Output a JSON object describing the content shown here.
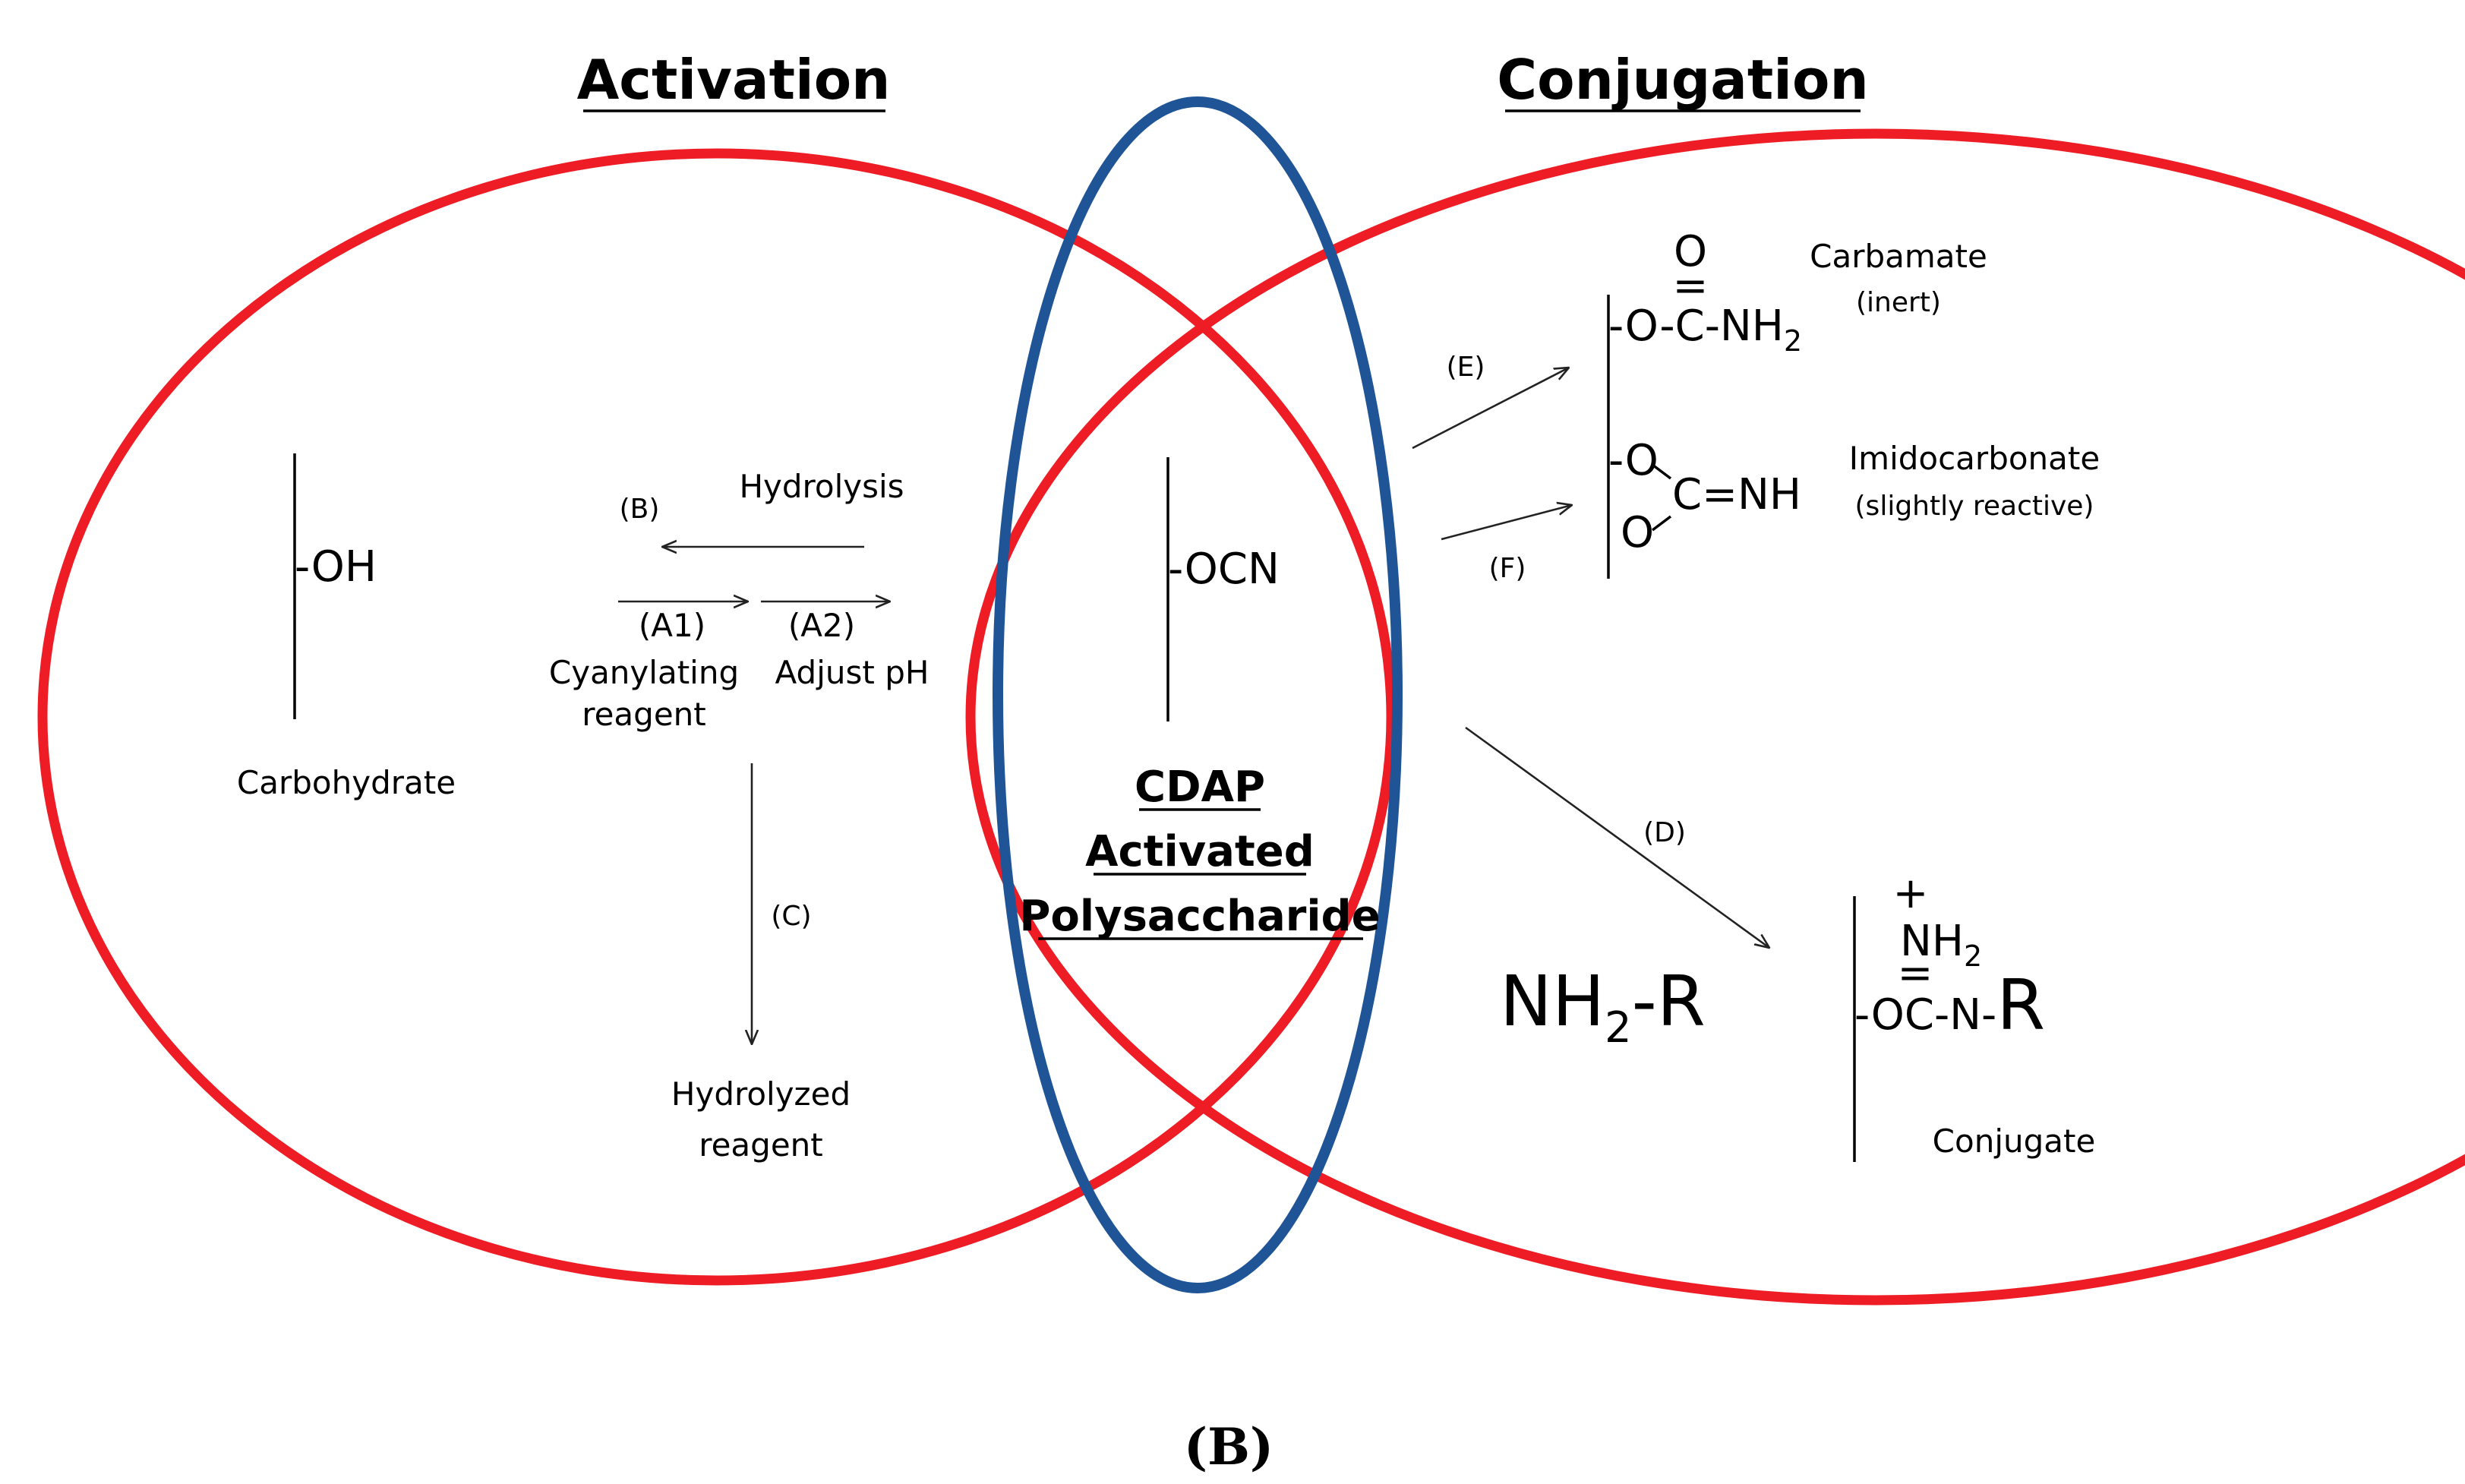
{
  "headings": {
    "activation": "Activation",
    "conjugation": "Conjugation"
  },
  "activation": {
    "carbohydrate_group": "-OH",
    "carbohydrate_label": "Carbohydrate",
    "hydrolysis": "Hydrolysis",
    "step_b": "(B)",
    "step_a1": "(A1)",
    "step_a2": "(A2)",
    "cyanylating_line1": "Cyanylating",
    "cyanylating_line2": "reagent",
    "adjust_ph": "Adjust pH",
    "step_c": "(C)",
    "hydrolyzed_line1": "Hydrolyzed",
    "hydrolyzed_line2": "reagent"
  },
  "center": {
    "group": "-OCN",
    "line1": "CDAP",
    "line2": "Activated",
    "line3": "Polysaccharide"
  },
  "conjugation": {
    "step_e": "(E)",
    "step_f": "(F)",
    "step_d": "(D)",
    "carbamate_o": "O",
    "carbamate_double": "=",
    "carbamate_formula": "-O-C-NH",
    "carbamate_sub": "2",
    "carbamate_name": "Carbamate",
    "carbamate_note": "(inert)",
    "imido_o1": "-O",
    "imido_cnh": "C=NH",
    "imido_o2": "O",
    "imido_name": "Imidocarbonate",
    "imido_note": "(slightly reactive)",
    "amine_nh": "NH",
    "amine_sub": "2",
    "amine_r": "-R",
    "conj_plus": "+",
    "conj_nh": "NH",
    "conj_nh_sub": "2",
    "conj_double": "=",
    "conj_formula": "-OC-N-",
    "conj_r": "R",
    "conjugate_label": "Conjugate"
  },
  "panel_label": "(B)",
  "colors": {
    "red_ellipse": "#ee1c24",
    "blue_ellipse": "#1f5596"
  }
}
